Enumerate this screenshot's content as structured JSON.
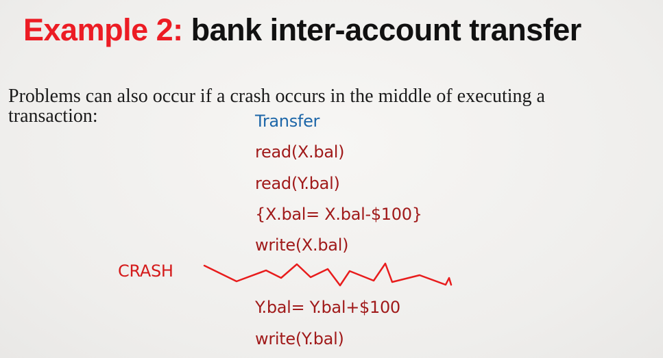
{
  "title": {
    "prefix": "Example 2:",
    "main": " bank inter-account transfer"
  },
  "intro_text": "Problems can also occur if a crash occurs in the middle of executing a transaction:",
  "transaction": {
    "header": "Transfer",
    "steps_before_crash": [
      "read(X.bal)",
      "read(Y.bal)",
      "{X.bal= X.bal-$100}",
      "write(X.bal)"
    ],
    "steps_after_crash": [
      "Y.bal= Y.bal+$100",
      "write(Y.bal)"
    ]
  },
  "crash": {
    "label": "CRASH",
    "line_color": "#e81c1c"
  },
  "colors": {
    "title_accent": "#ec1c24",
    "code_text": "#a01a1a",
    "code_header": "#1d66a8"
  }
}
